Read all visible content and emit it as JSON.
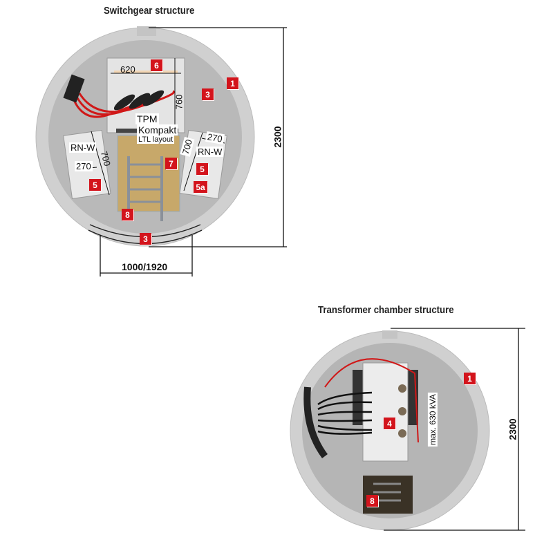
{
  "switchgear": {
    "title": "Switchgear structure",
    "height_dim": "2300",
    "width_dim": "1000/1920",
    "dims": {
      "top_width": "620",
      "top_height": "760",
      "left_height": "700",
      "left_width": "270",
      "right_height": "700",
      "right_width": "270"
    },
    "labels": {
      "tpm": "TPM",
      "kompakt": "Kompakt",
      "layout": "LTL layout",
      "rnw_left": "RN-W",
      "rnw_right": "RN-W"
    },
    "badges": {
      "b1": "1",
      "b3a": "3",
      "b3b": "3",
      "b5a": "5",
      "b5b": "5",
      "b5c": "5a",
      "b6": "6",
      "b7": "7",
      "b8": "8"
    }
  },
  "transformer": {
    "title": "Transformer chamber structure",
    "height_dim": "2300",
    "rating": "max. 630 kVA",
    "badges": {
      "b1": "1",
      "b4": "4",
      "b8": "8"
    }
  },
  "colors": {
    "badge": "#d3141c",
    "concrete": "#c9c9c9",
    "floor": "#b5b5b5",
    "cable_red": "#d01818"
  }
}
